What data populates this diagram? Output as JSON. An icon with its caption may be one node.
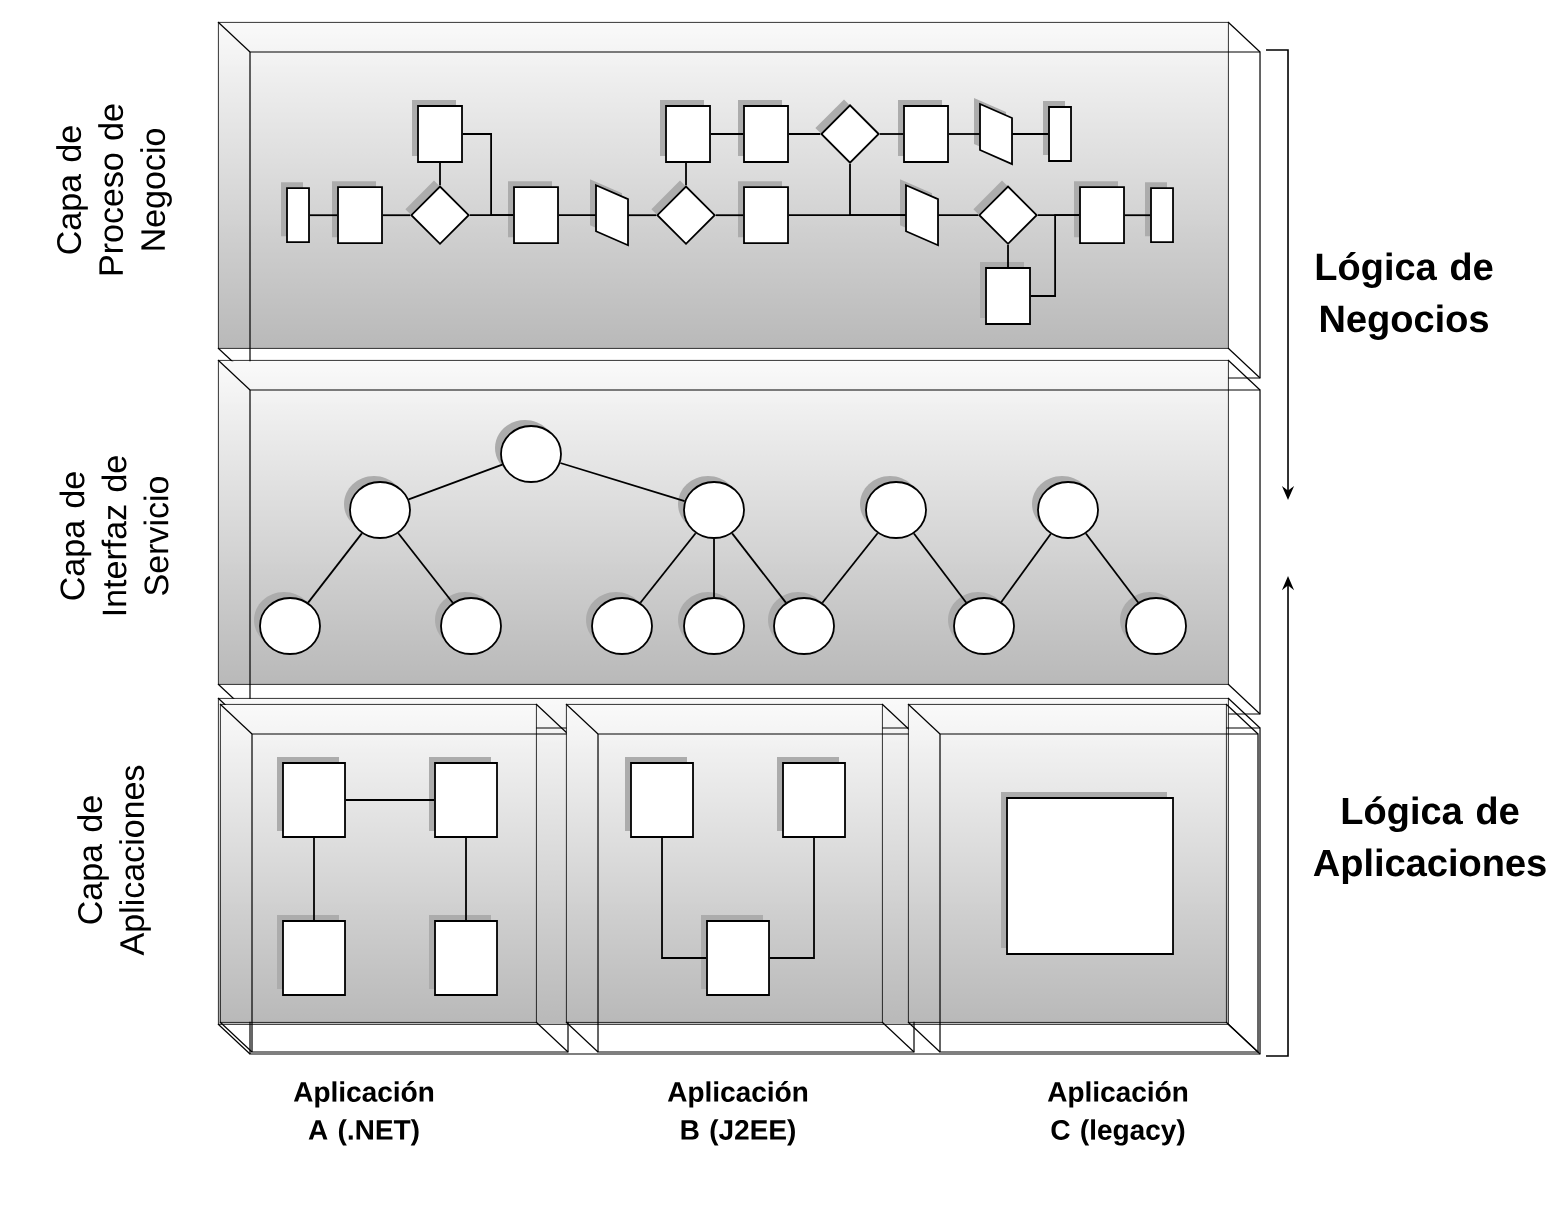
{
  "diagram": {
    "nodes": [
      {
        "text": [
          "Capa de Proceso de Negocio"
        ]
      },
      {
        "text": [
          "Capa de Interfaz de Servicio"
        ]
      },
      {
        "text": [
          "Capa de Aplicaciones"
        ]
      },
      {
        "text": [],
        "shape": "box",
        "in": 0
      },
      {
        "text": [],
        "shape": "box",
        "in": 0
      },
      {
        "text": [],
        "shape": "box",
        "in": 0
      },
      {
        "text": [],
        "shape": "diamond",
        "in": 0
      },
      {
        "text": [],
        "shape": "box",
        "in": 0
      },
      {
        "text": [],
        "shape": "parallelogram",
        "in": 0
      },
      {
        "text": [],
        "shape": "box",
        "in": 0
      },
      {
        "text": [],
        "shape": "box",
        "in": 0
      },
      {
        "text": [],
        "shape": "box",
        "in": 0
      },
      {
        "text": [],
        "shape": "diamond",
        "in": 0
      },
      {
        "text": [],
        "shape": "box",
        "in": 0
      },
      {
        "text": [],
        "shape": "parallelogram",
        "in": 0
      },
      {
        "text": [],
        "shape": "diamond",
        "in": 0
      },
      {
        "text": [],
        "shape": "box",
        "in": 0
      },
      {
        "text": [],
        "shape": "parallelogram",
        "in": 0
      },
      {
        "text": [],
        "shape": "diamond",
        "in": 0
      },
      {
        "text": [],
        "shape": "box",
        "in": 0
      },
      {
        "text": [],
        "shape": "box",
        "in": 0
      },
      {
        "text": [],
        "shape": "box",
        "in": 0
      },
      {
        "text": [],
        "shape": "circle",
        "in": 1
      },
      {
        "text": [],
        "shape": "circle",
        "in": 1
      },
      {
        "text": [],
        "shape": "circle",
        "in": 1
      },
      {
        "text": [],
        "shape": "circle",
        "in": 1
      },
      {
        "text": [],
        "shape": "circle",
        "in": 1
      },
      {
        "text": [],
        "shape": "circle",
        "in": 1
      },
      {
        "text": [],
        "shape": "circle",
        "in": 1
      },
      {
        "text": [],
        "shape": "circle",
        "in": 1
      },
      {
        "text": [],
        "shape": "circle",
        "in": 1
      },
      {
        "text": [],
        "shape": "circle",
        "in": 1
      },
      {
        "text": [],
        "shape": "circle",
        "in": 1
      },
      {
        "text": [],
        "shape": "circle",
        "in": 1
      },
      {
        "text": [
          "Aplicación A (.NET)"
        ],
        "in": 2
      },
      {
        "text": [
          "Aplicación B (J2EE)"
        ],
        "in": 2
      },
      {
        "text": [
          "Aplicación C (legacy)"
        ],
        "in": 2
      },
      {
        "text": [],
        "shape": "box",
        "in": 34
      },
      {
        "text": [],
        "shape": "box",
        "in": 34
      },
      {
        "text": [],
        "shape": "box",
        "in": 34
      },
      {
        "text": [],
        "shape": "box",
        "in": 34
      },
      {
        "text": [],
        "shape": "box",
        "in": 35
      },
      {
        "text": [],
        "shape": "box",
        "in": 35
      },
      {
        "text": [],
        "shape": "box",
        "in": 35
      },
      {
        "text": [],
        "shape": "box",
        "in": 36
      }
    ],
    "edges": [
      {
        "from": 10,
        "to": 11,
        "arrow": "none"
      },
      {
        "from": 11,
        "to": 12,
        "arrow": "none"
      },
      {
        "from": 12,
        "to": 13,
        "arrow": "none"
      },
      {
        "from": 13,
        "to": 14,
        "arrow": "none"
      },
      {
        "from": 14,
        "to": 15,
        "arrow": "none"
      },
      {
        "from": 15,
        "to": 16,
        "arrow": "none"
      },
      {
        "from": 16,
        "to": 17,
        "arrow": "none"
      },
      {
        "from": 17,
        "to": 18,
        "arrow": "none"
      },
      {
        "from": 18,
        "to": 19,
        "arrow": "none"
      },
      {
        "from": 19,
        "to": 20,
        "arrow": "none"
      },
      {
        "from": 12,
        "to": 3,
        "arrow": "none"
      },
      {
        "from": 3,
        "to": 13,
        "arrow": "none"
      },
      {
        "from": 15,
        "to": 4,
        "arrow": "none"
      },
      {
        "from": 4,
        "to": 5,
        "arrow": "none"
      },
      {
        "from": 5,
        "to": 6,
        "arrow": "none"
      },
      {
        "from": 6,
        "to": 7,
        "arrow": "none"
      },
      {
        "from": 7,
        "to": 8,
        "arrow": "none"
      },
      {
        "from": 8,
        "to": 9,
        "arrow": "none"
      },
      {
        "from": 6,
        "to": 17,
        "arrow": "none"
      },
      {
        "from": 18,
        "to": 21,
        "arrow": "none"
      },
      {
        "from": 21,
        "to": 19,
        "arrow": "none"
      },
      {
        "from": 22,
        "to": 23,
        "arrow": "none"
      },
      {
        "from": 22,
        "to": 24,
        "arrow": "none"
      },
      {
        "from": 23,
        "to": 27,
        "arrow": "none"
      },
      {
        "from": 23,
        "to": 28,
        "arrow": "none"
      },
      {
        "from": 24,
        "to": 29,
        "arrow": "none"
      },
      {
        "from": 24,
        "to": 30,
        "arrow": "none"
      },
      {
        "from": 24,
        "to": 31,
        "arrow": "none"
      },
      {
        "from": 25,
        "to": 31,
        "arrow": "none"
      },
      {
        "from": 25,
        "to": 32,
        "arrow": "none"
      },
      {
        "from": 26,
        "to": 32,
        "arrow": "none"
      },
      {
        "from": 26,
        "to": 33,
        "arrow": "none"
      },
      {
        "from": 37,
        "to": 38,
        "arrow": "none"
      },
      {
        "from": 37,
        "to": 39,
        "arrow": "none"
      },
      {
        "from": 38,
        "to": 40,
        "arrow": "none"
      },
      {
        "from": 41,
        "to": 43,
        "arrow": "none"
      },
      {
        "from": 42,
        "to": 43,
        "arrow": "none"
      }
    ],
    "labels": [
      "Lógica de Negocios",
      "Lógica de Aplicaciones"
    ]
  }
}
